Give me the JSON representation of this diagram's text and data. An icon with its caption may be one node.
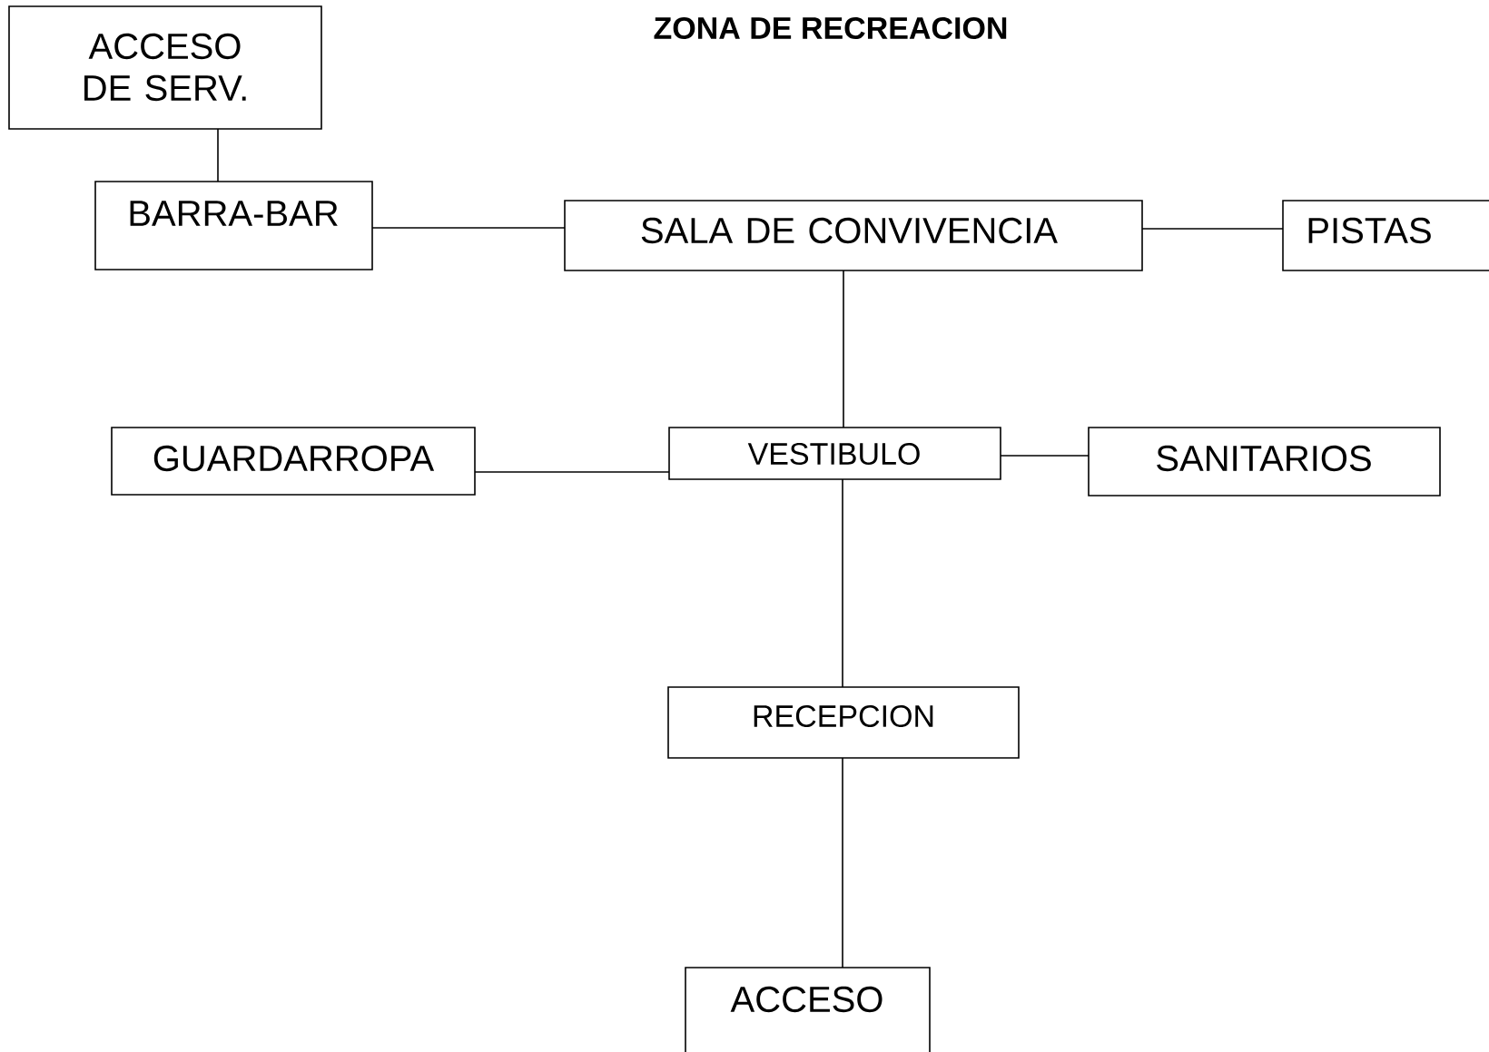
{
  "diagram": {
    "title": "ZONA DE RECREACION",
    "nodes": [
      {
        "text": [
          "ACCESO DE SERV."
        ]
      },
      {
        "text": [
          "BARRA-BAR"
        ]
      },
      {
        "text": [
          "SALA DE CONVIVENCIA"
        ]
      },
      {
        "text": [
          "PISTAS"
        ]
      },
      {
        "text": [
          "GUARDARROPA"
        ]
      },
      {
        "text": [
          "VESTIBULO"
        ]
      },
      {
        "text": [
          "SANITARIOS"
        ]
      },
      {
        "text": [
          "RECEPCION"
        ]
      },
      {
        "text": [
          "ACCESO"
        ]
      }
    ],
    "edges": [
      {
        "from": 0,
        "to": 1,
        "arrow": "none"
      },
      {
        "from": 1,
        "to": 2,
        "arrow": "none"
      },
      {
        "from": 2,
        "to": 3,
        "arrow": "none"
      },
      {
        "from": 2,
        "to": 5,
        "arrow": "none"
      },
      {
        "from": 4,
        "to": 5,
        "arrow": "none"
      },
      {
        "from": 5,
        "to": 6,
        "arrow": "none"
      },
      {
        "from": 5,
        "to": 7,
        "arrow": "none"
      },
      {
        "from": 7,
        "to": 8,
        "arrow": "none"
      }
    ]
  }
}
